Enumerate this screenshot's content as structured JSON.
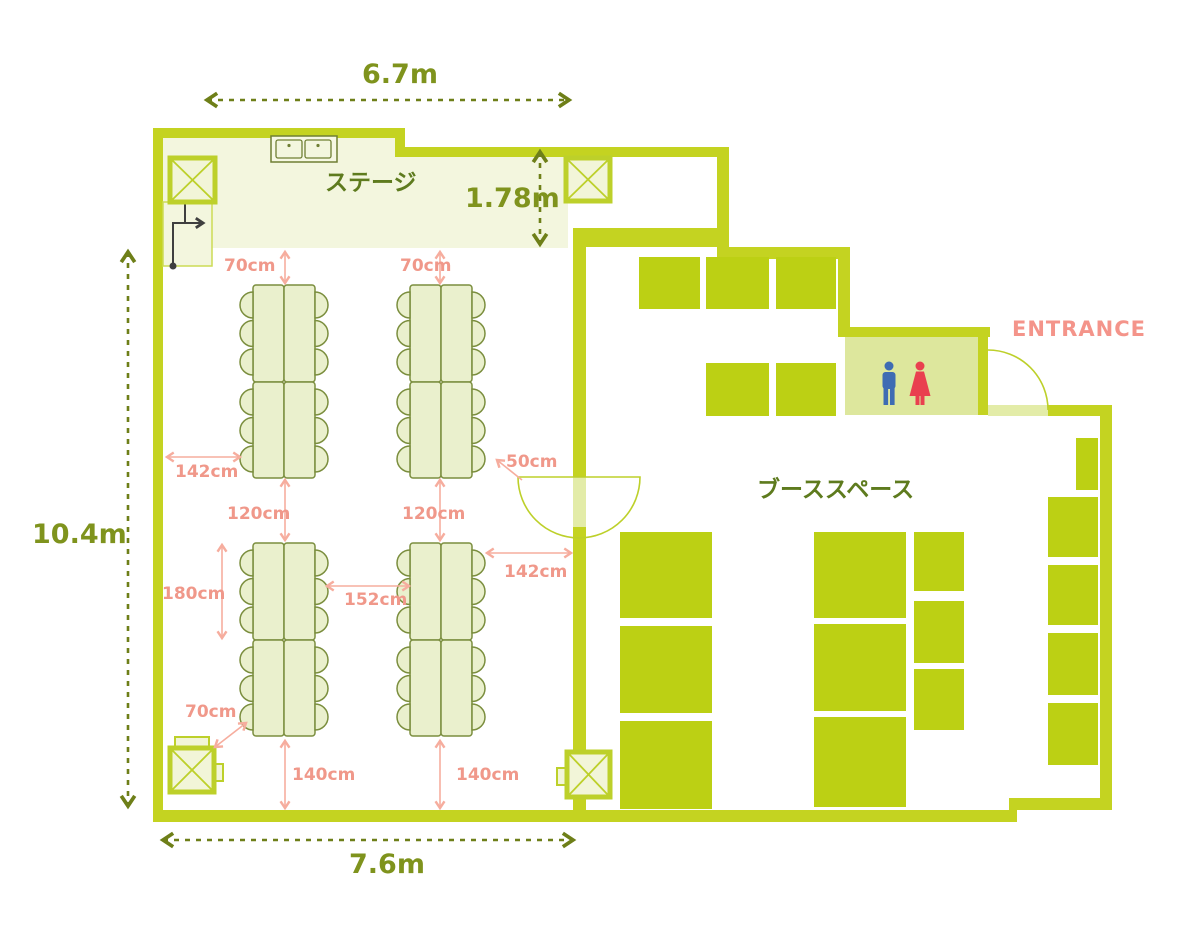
{
  "labels": {
    "stage": "ステージ",
    "booth_space": "ブーススペース",
    "entrance": "ENTRANCE"
  },
  "dimensions": {
    "overall_top_width": "6.7m",
    "stage_depth": "1.78m",
    "overall_left_height": "10.4m",
    "overall_bottom_width": "7.6m",
    "stage_gap_left": "70cm",
    "stage_gap_right": "70cm",
    "wall_to_table_left": "142cm",
    "door_clearance": "50cm",
    "row_gap_left": "120cm",
    "row_gap_right": "120cm",
    "table_to_divider_wall": "142cm",
    "aisle_between_groups": "152cm",
    "table_length": "180cm",
    "pillar_clearance": "70cm",
    "table_to_bottom_wall_left": "140cm",
    "table_to_bottom_wall_right": "140cm"
  },
  "colors": {
    "wall": "#c4d321",
    "booth": "#bcd014",
    "stage_fill": "#f3f6de",
    "restroom_fill": "#dde79d",
    "dimension_text": "#f0988a",
    "label_text": "#5e7b1e",
    "measure_text": "#7f931d",
    "man_icon": "#3e6cb3",
    "woman_icon": "#e9404f"
  }
}
